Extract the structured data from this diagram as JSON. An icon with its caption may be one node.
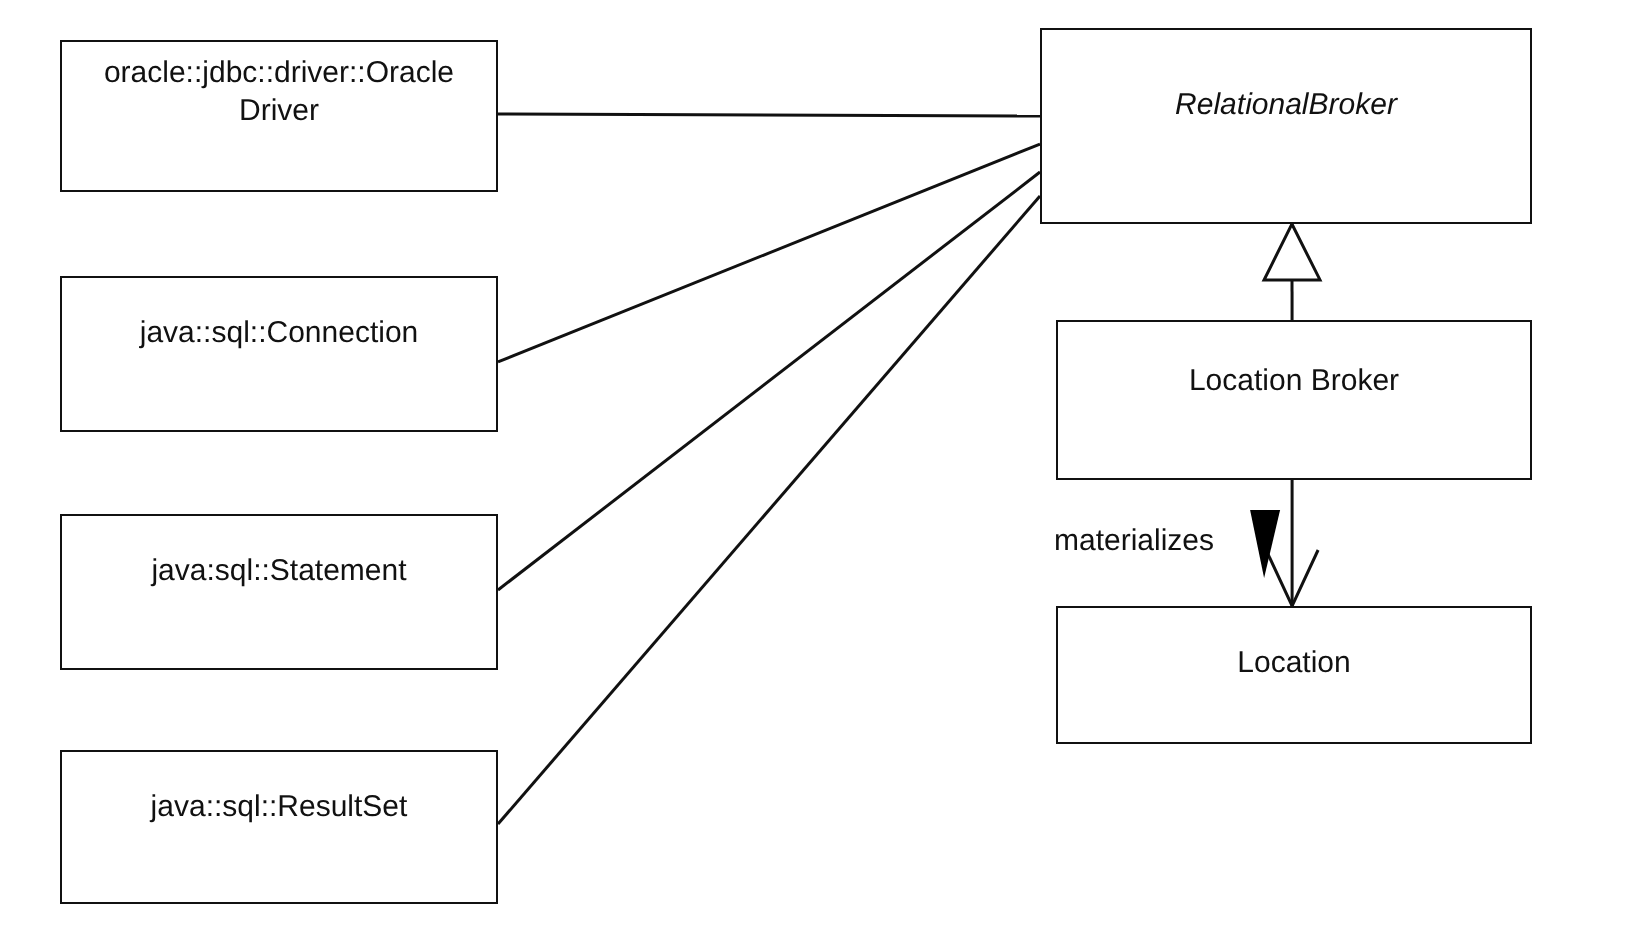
{
  "diagram": {
    "nodes": [
      {
        "text": [
          "oracle::jdbc::driver::Oracle Driver"
        ]
      },
      {
        "text": [
          "java::sql::Connection"
        ]
      },
      {
        "text": [
          "java:sql::Statement"
        ]
      },
      {
        "text": [
          "java::sql::ResultSet"
        ]
      },
      {
        "text": [
          "RelationalBroker"
        ]
      },
      {
        "text": [
          "Location Broker"
        ]
      },
      {
        "text": [
          "Location"
        ]
      }
    ],
    "edges": [
      {
        "from": 0,
        "to": 4,
        "arrow": "none"
      },
      {
        "from": 1,
        "to": 4,
        "arrow": "none"
      },
      {
        "from": 2,
        "to": 4,
        "arrow": "none"
      },
      {
        "from": 3,
        "to": 4,
        "arrow": "none"
      },
      {
        "from": 5,
        "to": 4,
        "arrow": "to"
      },
      {
        "from": 5,
        "to": 6,
        "arrow": "to",
        "label": "materializes"
      }
    ]
  }
}
